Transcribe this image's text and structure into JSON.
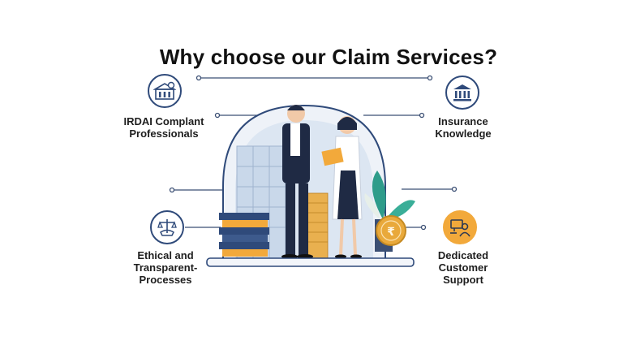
{
  "page": {
    "title": "Why choose our Claim Services?"
  },
  "features": [
    {
      "label_lines": [
        "IRDAI Complant",
        "Professionals"
      ],
      "icon": "certified-building-icon"
    },
    {
      "label_lines": [
        "Insurance",
        "Knowledge"
      ],
      "icon": "bank-building-icon"
    },
    {
      "label_lines": [
        "Ethical and",
        "Transparent-",
        "Processes"
      ],
      "icon": "handshake-scale-icon"
    },
    {
      "label_lines": [
        "Dedicated",
        "Customer",
        "Support"
      ],
      "icon": "support-agent-icon"
    }
  ],
  "colors": {
    "navy": "#2f4a7a",
    "accent": "#f2a93b",
    "teal": "#2e9c8a",
    "text": "#111111"
  }
}
